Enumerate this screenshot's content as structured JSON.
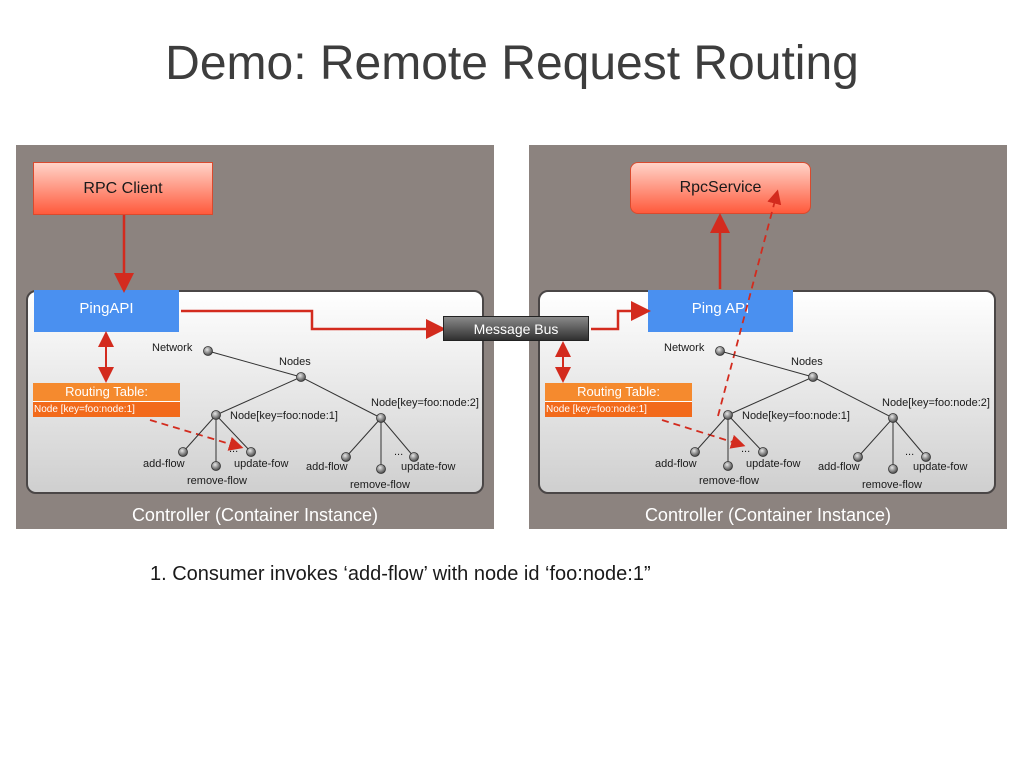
{
  "title": "Demo: Remote Request Routing",
  "message_bus": "Message Bus",
  "footnote": "1. Consumer invokes ‘add-flow’ with node id ‘foo:node:1”",
  "left_panel": {
    "client_label": "RPC Client",
    "ping_label": "PingAPI",
    "routing_table_title": "Routing Table:",
    "routing_table_row": "Node [key=foo:node:1]",
    "caption": "Controller (Container Instance)",
    "tree": {
      "network": "Network",
      "nodes": "Nodes",
      "node1": "Node[key=foo:node:1]",
      "node2": "Node[key=foo:node:2]",
      "ellipsis1": "...",
      "ellipsis2": "...",
      "add_flow_1": "add-flow",
      "remove_flow_1": "remove-flow",
      "update_flow_1": "update-fow",
      "add_flow_2": "add-flow",
      "remove_flow_2": "remove-flow",
      "update_flow_2": "update-fow"
    }
  },
  "right_panel": {
    "service_label": "RpcService",
    "ping_label": "Ping API",
    "routing_table_title": "Routing Table:",
    "routing_table_row": "Node [key=foo:node:1]",
    "caption": "Controller (Container Instance)",
    "tree": {
      "network": "Network",
      "nodes": "Nodes",
      "node1": "Node[key=foo:node:1]",
      "node2": "Node[key=foo:node:2]",
      "ellipsis1": "...",
      "ellipsis2": "...",
      "add_flow_1": "add-flow",
      "remove_flow_1": "remove-flow",
      "update_flow_1": "update-fow",
      "add_flow_2": "add-flow",
      "remove_flow_2": "remove-flow",
      "update_flow_2": "update-fow"
    }
  },
  "colors": {
    "panel": "#8c837f",
    "rpc_box": "#ff5a3c",
    "ping_api": "#4a90f0",
    "routing_table": "#f26a1b",
    "arrow": "#d32b1e"
  }
}
